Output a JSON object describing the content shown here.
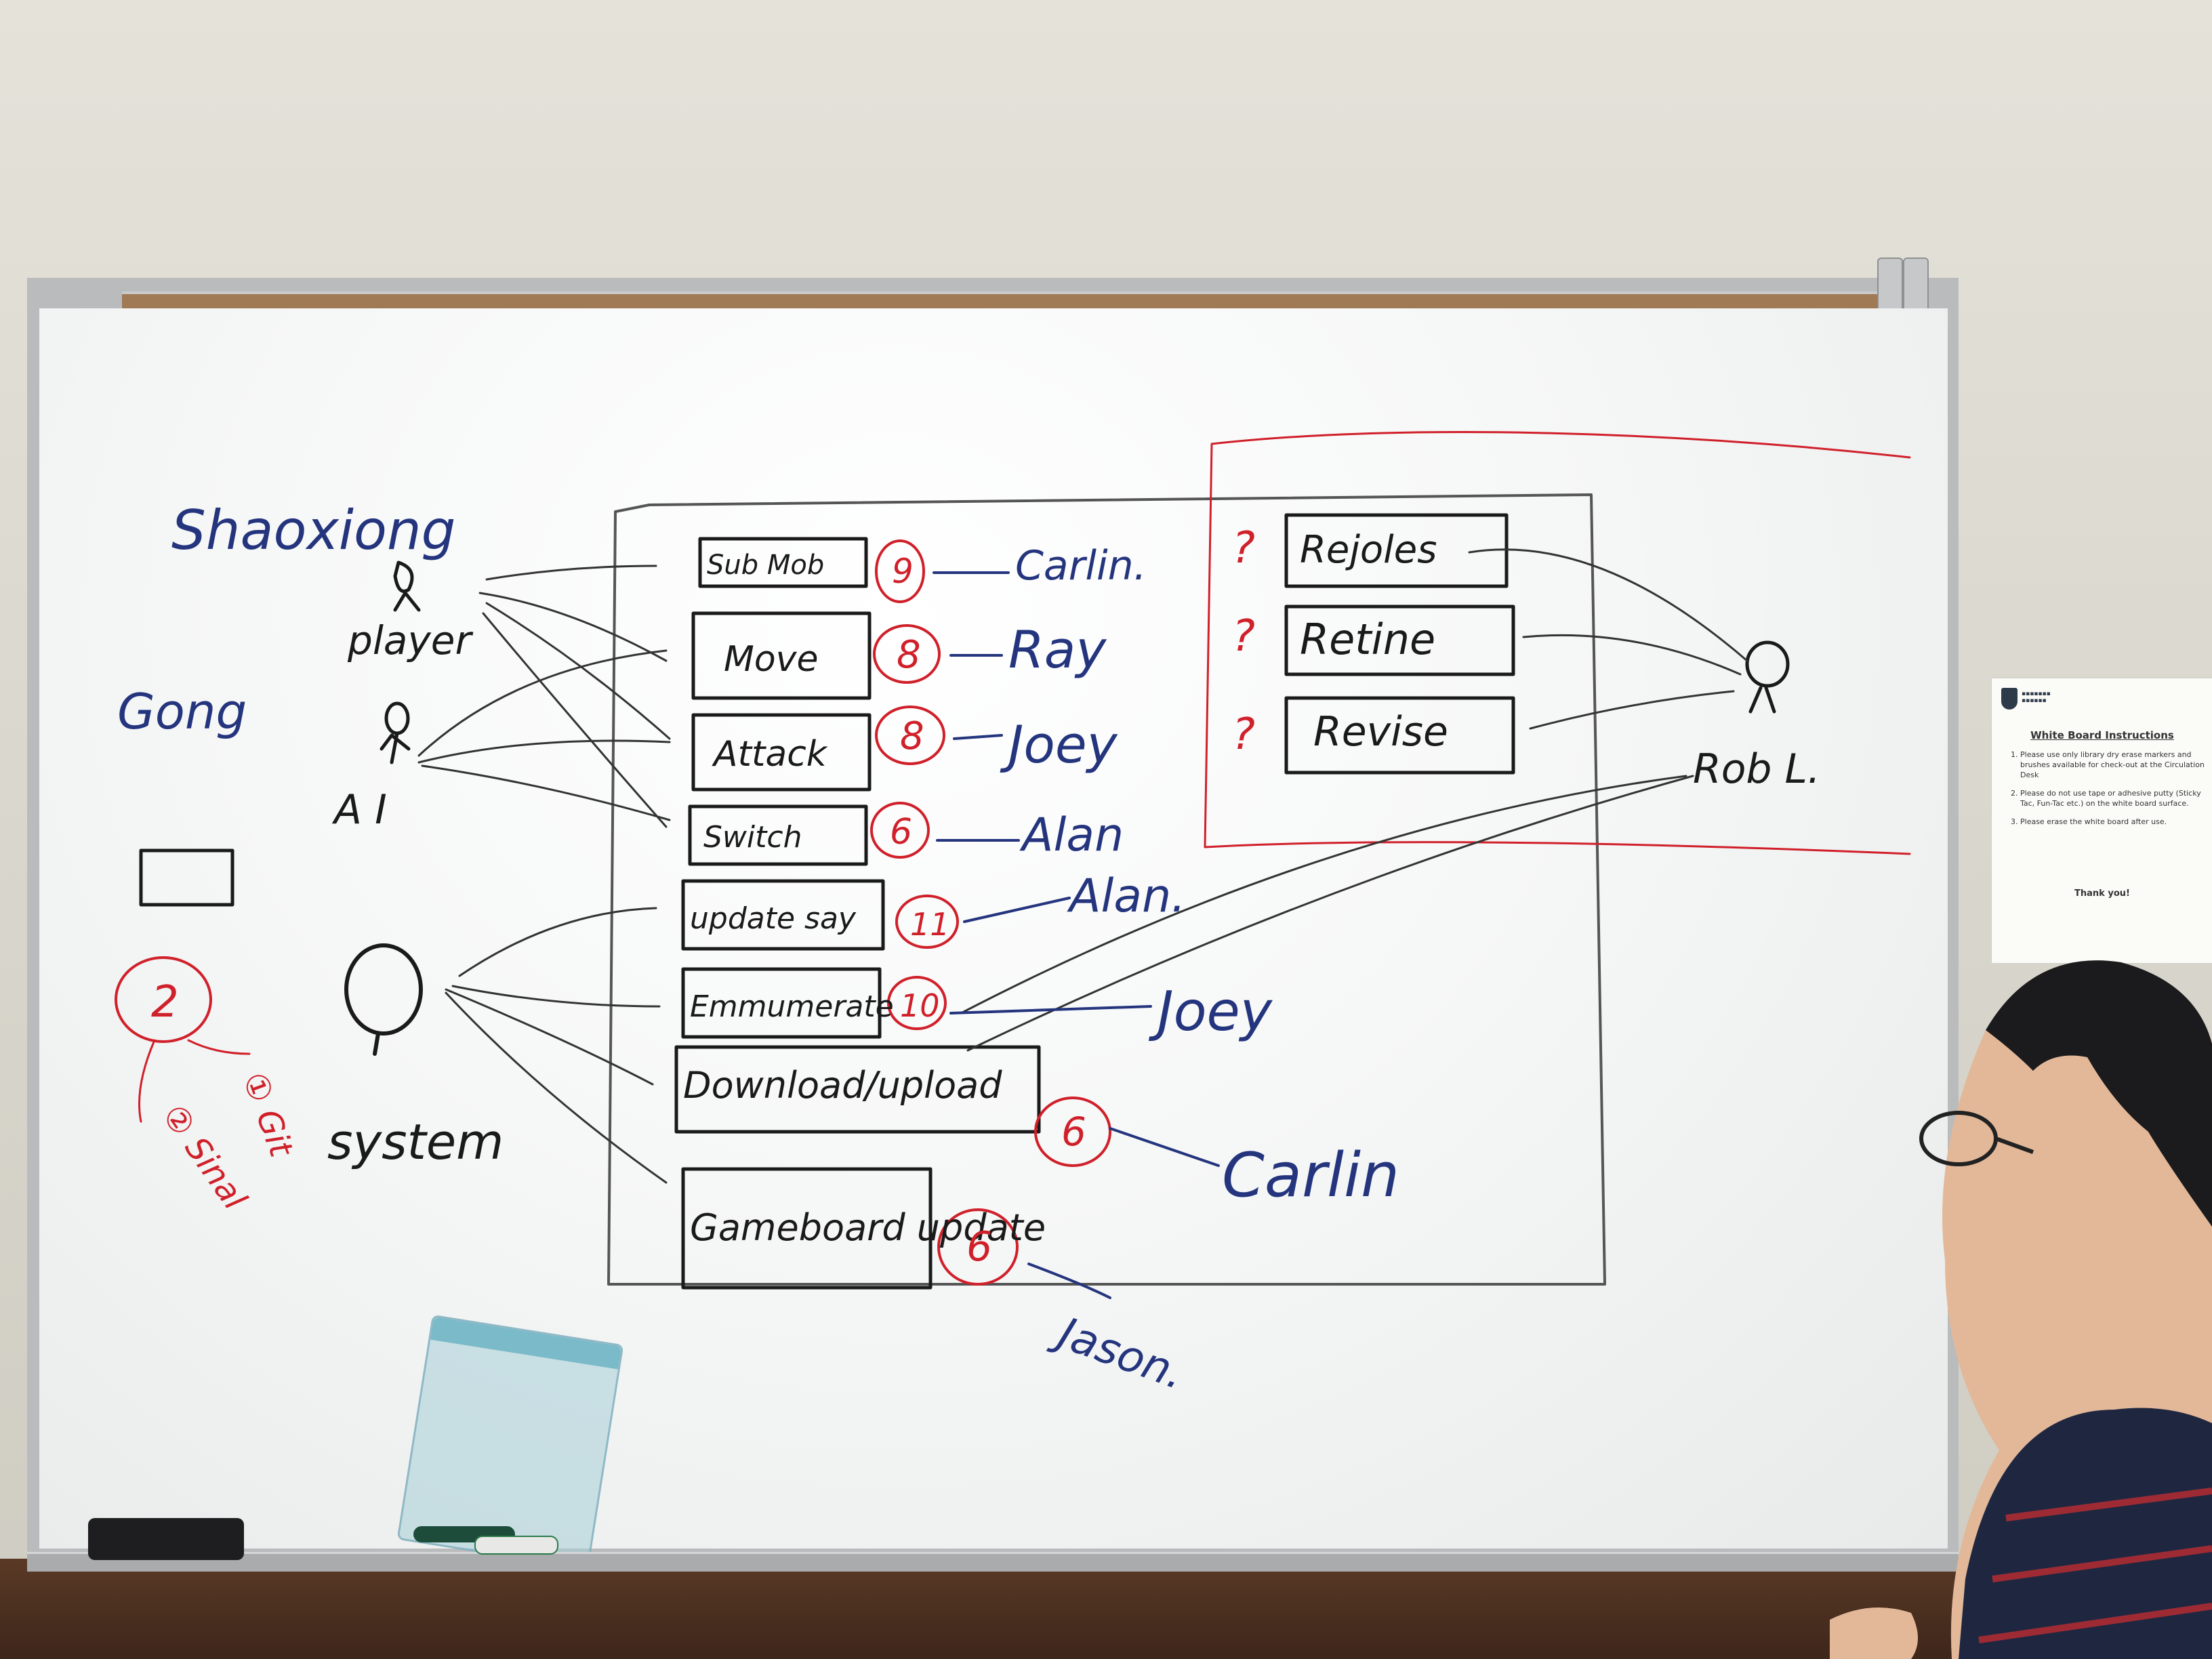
{
  "board": {
    "actors": {
      "player_names": [
        "Shaoxiong",
        "Gong"
      ],
      "player": "player",
      "ai": "A I",
      "system": "system",
      "stakeholder": "Rob L."
    },
    "use_cases": [
      {
        "label": "Sub Mob",
        "estimate": "9",
        "owner": "Carlin."
      },
      {
        "label": "Move",
        "estimate": "8",
        "owner": "Ray"
      },
      {
        "label": "Attack",
        "estimate": "8",
        "owner": "Joey"
      },
      {
        "label": "Switch",
        "estimate": "6",
        "owner": "Alan"
      },
      {
        "label": "update say",
        "estimate": "11",
        "owner": "Alan."
      },
      {
        "label": "Emmumerate",
        "estimate": "10",
        "owner": "Joey"
      },
      {
        "label": "Download/upload",
        "estimate": "6",
        "owner": "Carlin"
      },
      {
        "label": "Gameboard update",
        "estimate": "6",
        "owner": "Jason."
      }
    ],
    "requirements": [
      {
        "mark": "?",
        "label": "Rejoles"
      },
      {
        "mark": "?",
        "label": "Retine"
      },
      {
        "mark": "?",
        "label": "Revise"
      }
    ],
    "legend": {
      "count": "2",
      "item_1": "① Git",
      "item_2": "② Sinal"
    }
  },
  "notice": {
    "title": "White Board Instructions",
    "items": [
      "Please use only library dry erase markers and brushes available for check-out at the Circulation Desk",
      "Please do not use tape or adhesive putty (Sticky Tac, Fun-Tac etc.) on the white board surface.",
      "Please erase the white board after use."
    ],
    "thanks": "Thank you!"
  },
  "colors": {
    "black_ink": "#1a1a1a",
    "blue_ink": "#24357e",
    "red_ink": "#d0202a",
    "board": "#f7f8f8",
    "wall": "#dcdad1"
  }
}
